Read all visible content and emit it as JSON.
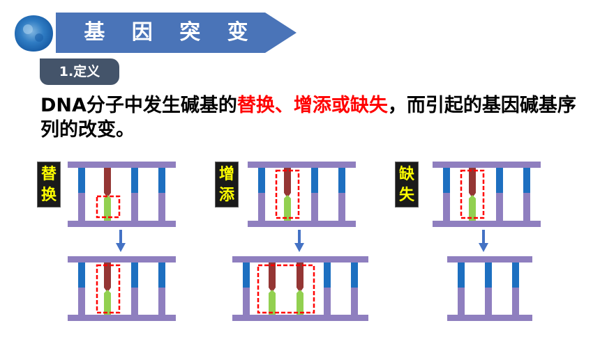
{
  "header": {
    "title": "基 因 突 变",
    "title_color": "#ffffff",
    "banner_color": "#4a74b8"
  },
  "section": {
    "tag": "1.定义",
    "tag_color": "#44546a"
  },
  "definition": {
    "part1": "DNA分子中发生碱基的",
    "highlight": "替换、增添或缺失",
    "part2": "，而引起的基因碱基序列的改变。",
    "highlight_color": "#ff0000"
  },
  "labels": {
    "substitution": "替换",
    "addition": "增添",
    "deletion": "缺失"
  },
  "colors": {
    "backbone": "#8f7fbf",
    "blue_base": "#1d6fc0",
    "dark_red_base": "#943634",
    "green_base": "#92d050",
    "arrow": "#4472c4",
    "dashed_box": "#ff0000"
  }
}
